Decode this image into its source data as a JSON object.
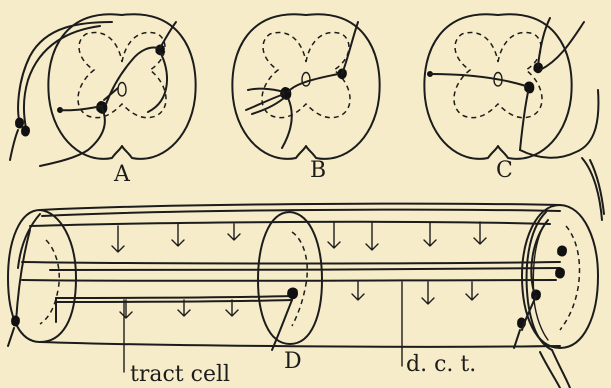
{
  "labels": {
    "a": "A",
    "b": "B",
    "c": "C",
    "d": "D",
    "tract_cell": "tract cell",
    "dct": "d. c. t."
  }
}
